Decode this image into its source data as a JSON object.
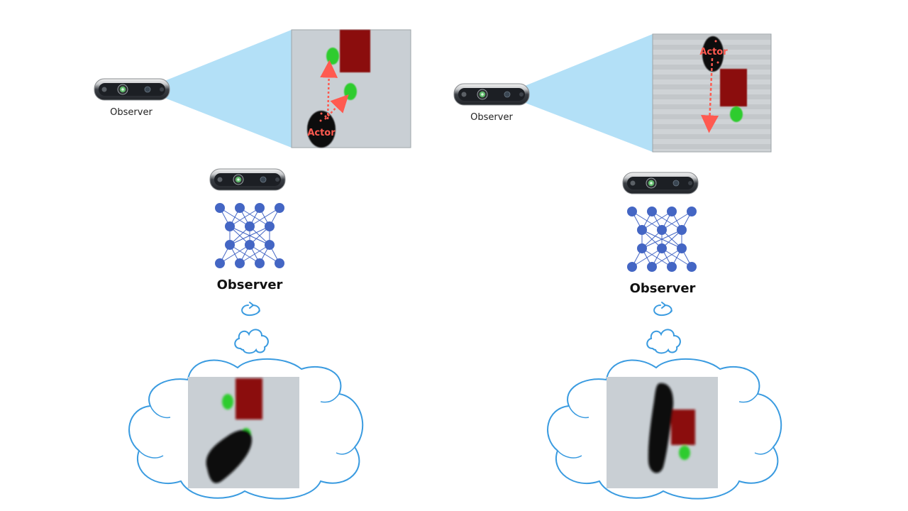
{
  "panels": [
    {
      "camera_label": "Observer",
      "actor_label": "Actor",
      "network_label": "Observer"
    },
    {
      "camera_label": "Observer",
      "actor_label": "Actor",
      "network_label": "Observer"
    }
  ],
  "colors": {
    "background": "#ffffff",
    "view_cone": "#b3e0f7",
    "scene_bg": "#c9cfd4",
    "block": "#8b0a0a",
    "target": "#2ecc2e",
    "actor": "#0a0a0a",
    "actor_path": "#ff5a50",
    "network_node": "#4466c4",
    "network_edge": "#4466c4",
    "thought_cloud": "#3a9be0",
    "camera_body": "#3b3f45"
  },
  "icons": [
    "depth-camera-icon",
    "neural-network-icon",
    "loop-arrow-icon",
    "thought-cloud-icon"
  ]
}
